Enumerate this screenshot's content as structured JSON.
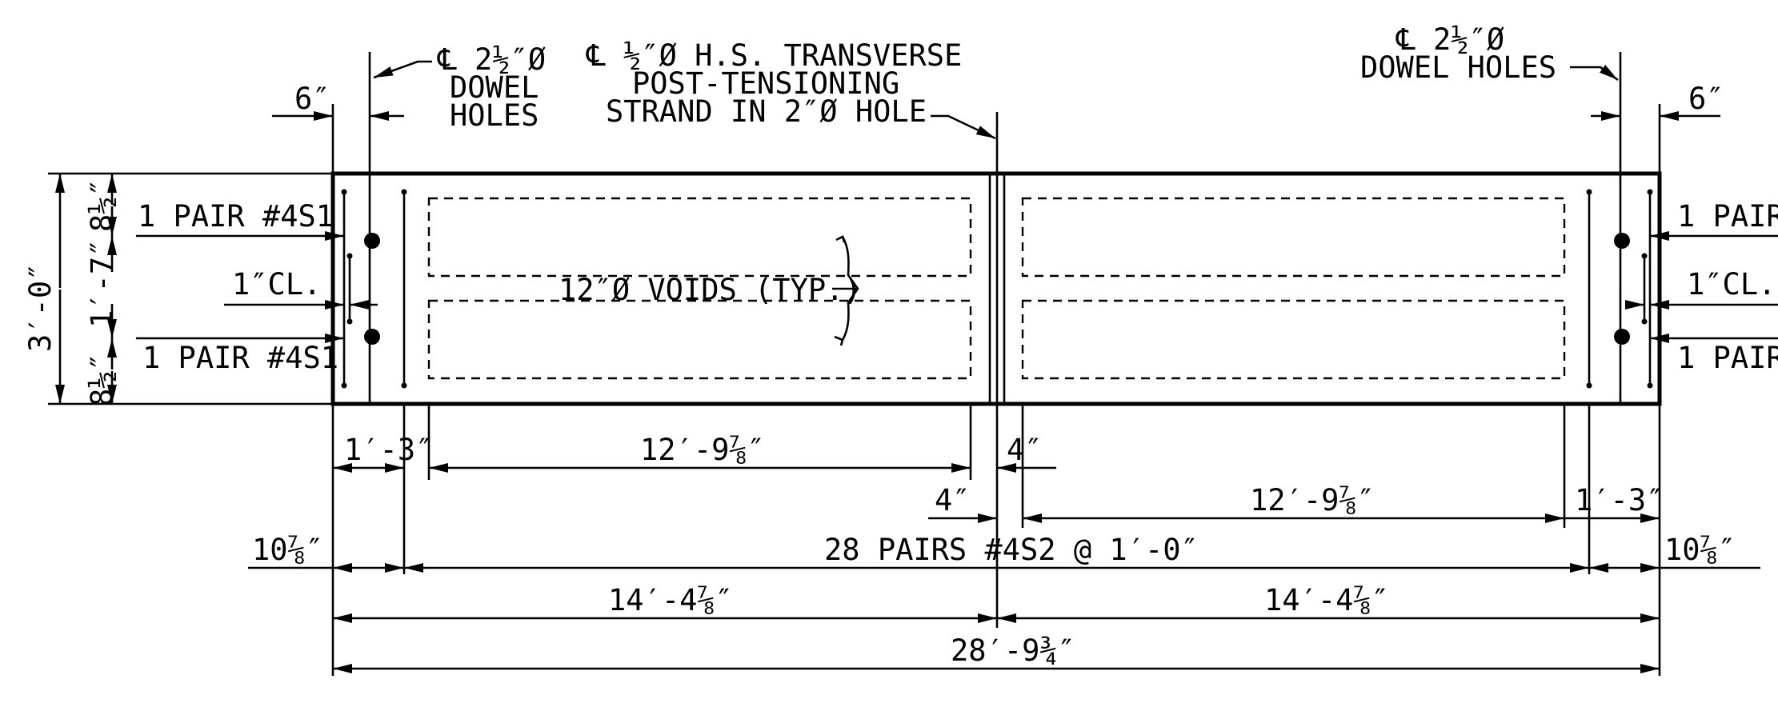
{
  "callouts": {
    "dowel_left_line1": "℄ 2½″Ø",
    "dowel_left_line2": "DOWEL",
    "dowel_left_line3": "HOLES",
    "strand_line1": "℄ ½″Ø H.S. TRANSVERSE",
    "strand_line2": "POST-TENSIONING",
    "strand_line3": "STRAND IN 2″Ø HOLE",
    "dowel_right_line1": "℄ 2½″Ø",
    "dowel_right_line2": "DOWEL HOLES",
    "voids": "12″Ø VOIDS (TYP.)"
  },
  "left_labels": {
    "pair_top": "1 PAIR #4S1",
    "clear": "1″CL.",
    "pair_bottom": "1 PAIR #4S1"
  },
  "right_labels": {
    "pair_top": "1 PAIR",
    "clear": "1″CL.",
    "pair_bottom": "1 PAIR"
  },
  "vertical_dims": {
    "overall": "3′-0″",
    "top": "8½″",
    "middle": "1′-7″",
    "bottom": "8½″"
  },
  "top_dims": {
    "left": "6″",
    "right": "6″"
  },
  "bottom_dims": {
    "left_edge_to_bar": "1′-3″",
    "left_void": "12′-9⅞″",
    "gap_right": "4″",
    "gap_left": "4″",
    "right_void": "12′-9⅞″",
    "right_edge_to_bar": "1′-3″",
    "left_end": "10⅞″",
    "pairs": "28 PAIRS #4S2 @ 1′-0″",
    "right_end": "10⅞″",
    "left_half": "14′-4⅞″",
    "right_half": "14′-4⅞″",
    "overall": "28′-9¾″"
  }
}
